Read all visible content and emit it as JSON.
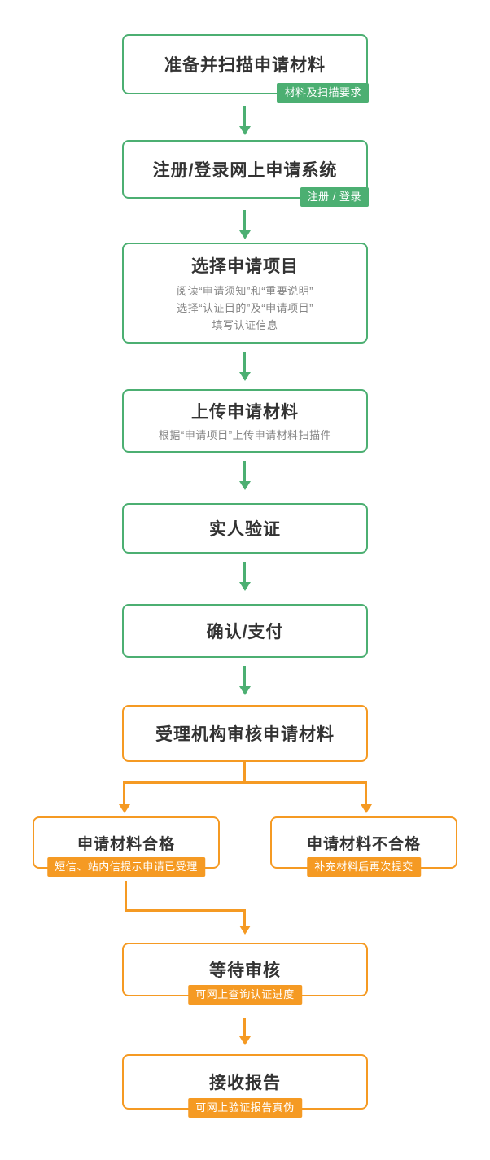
{
  "colors": {
    "green": "#4caf72",
    "orange": "#f59a23",
    "title_text": "#333333",
    "sub_text": "#858585",
    "badge_text": "#ffffff"
  },
  "flow": {
    "step1": {
      "title": "准备并扫描申请材料",
      "badge": "材料及扫描要求"
    },
    "step2": {
      "title": "注册/登录网上申请系统",
      "badge": "注册 / 登录"
    },
    "step3": {
      "title": "选择申请项目",
      "line1": "阅读“申请须知”和“重要说明”",
      "line2": "选择“认证目的”及“申请项目”",
      "line3": "填写认证信息"
    },
    "step4": {
      "title": "上传申请材料",
      "line1": "根据“申请项目”上传申请材料扫描件"
    },
    "step5": {
      "title": "实人验证"
    },
    "step6": {
      "title": "确认/支付"
    },
    "step7": {
      "title": "受理机构审核申请材料"
    },
    "step8a": {
      "title": "申请材料合格",
      "badge": "短信、站内信提示申请已受理"
    },
    "step8b": {
      "title": "申请材料不合格",
      "badge": "补充材料后再次提交"
    },
    "step9": {
      "title": "等待审核",
      "badge": "可网上查询认证进度"
    },
    "step10": {
      "title": "接收报告",
      "badge": "可网上验证报告真伪"
    }
  }
}
